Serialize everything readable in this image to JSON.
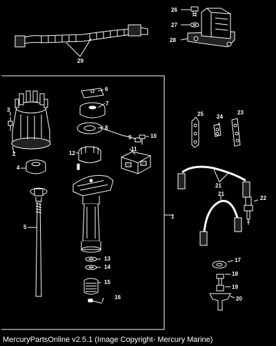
{
  "footer_text": "MercuryPartsOnline v2.5.1 (Image Copyright- Mercury Marine)",
  "callouts": [
    "1",
    "2",
    "3",
    "4",
    "5",
    "6",
    "7",
    "8",
    "9",
    "10",
    "11",
    "12",
    "13",
    "14",
    "15",
    "16",
    "17",
    "18",
    "19",
    "20",
    "21",
    "21",
    "22",
    "23",
    "24",
    "25",
    "26",
    "27",
    "28",
    "29"
  ],
  "colors": {
    "background": "#000000",
    "line_art": "#ffffff"
  }
}
